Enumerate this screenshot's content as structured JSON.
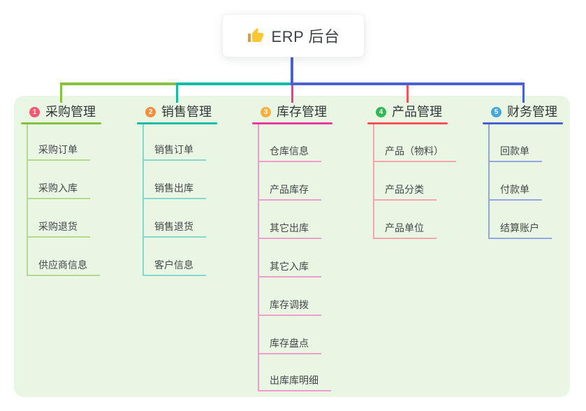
{
  "app": {
    "type": "mindmap"
  },
  "root": {
    "label": "ERP 后台",
    "icon": "thumbs-up-icon"
  },
  "branches": [
    {
      "index": "1",
      "label": "采购管理",
      "badge_color": "#f8566e",
      "line_color": "#87c23f",
      "light_line_color": "#b4d98b",
      "children": [
        "采购订单",
        "采购入库",
        "采购退货",
        "供应商信息"
      ]
    },
    {
      "index": "2",
      "label": "销售管理",
      "badge_color": "#f98e3d",
      "line_color": "#12bca8",
      "light_line_color": "#82d9cc",
      "children": [
        "销售订单",
        "销售出库",
        "销售退货",
        "客户信息"
      ]
    },
    {
      "index": "3",
      "label": "库存管理",
      "badge_color": "#fbb03d",
      "line_color": "#e93a9d",
      "light_line_color": "#f39bce",
      "children": [
        "仓库信息",
        "产品库存",
        "其它出库",
        "其它入库",
        "库存调拨",
        "库存盘点",
        "出库库明细"
      ]
    },
    {
      "index": "4",
      "label": "产品管理",
      "badge_color": "#31b853",
      "line_color": "#f6525e",
      "light_line_color": "#f9a4aa",
      "children": [
        "产品（物料）",
        "产品分类",
        "产品单位"
      ]
    },
    {
      "index": "5",
      "label": "财务管理",
      "badge_color": "#41a9de",
      "line_color": "#4a61d0",
      "light_line_color": "#93a6e1",
      "children": [
        "回款单",
        "付款单",
        "结算账户"
      ]
    }
  ],
  "colors": {
    "canvas_bg": "#ffffff",
    "panel_bg": "#e9f6e3",
    "root_connector": "#4a61d0"
  }
}
